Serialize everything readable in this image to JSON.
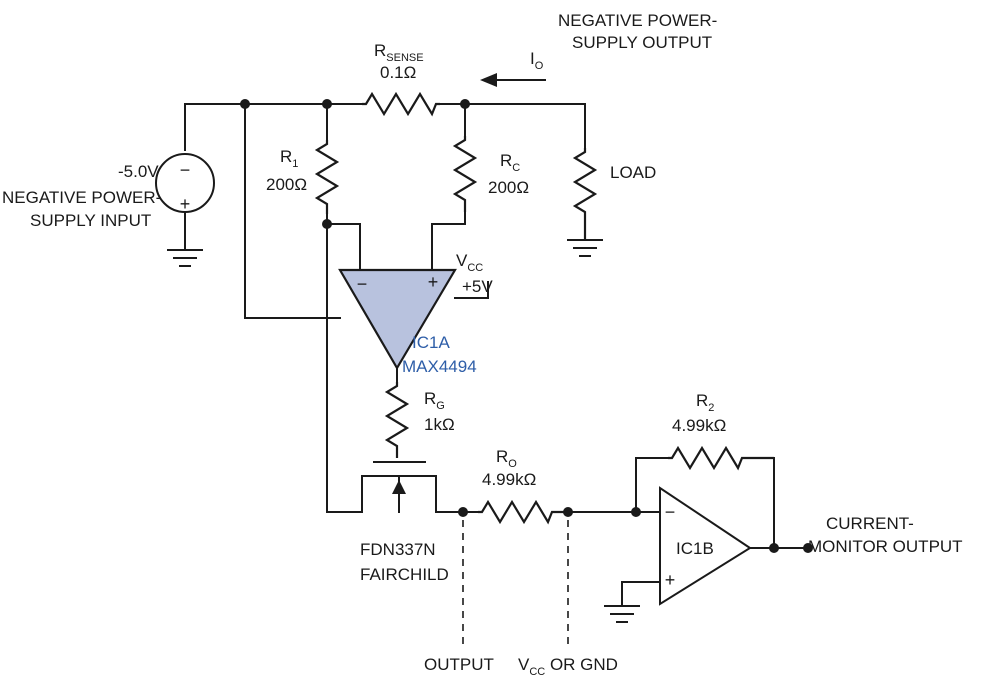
{
  "colors": {
    "opamp_fill": "#b8c2de",
    "ic_label": "#2e5ea8",
    "ink": "#1a1a1a"
  },
  "labels": {
    "neg_supply_output_1": "NEGATIVE POWER-",
    "neg_supply_output_2": "SUPPLY OUTPUT",
    "io_main": "I",
    "io_sub": "O",
    "rsense_main": "R",
    "rsense_sub": "SENSE",
    "rsense_value": "0.1Ω",
    "load": "LOAD",
    "neg_supply_input_v": "-5.0V",
    "neg_supply_input_1": "NEGATIVE POWER-",
    "neg_supply_input_2": "SUPPLY INPUT",
    "r1_main": "R",
    "r1_sub": "1",
    "r1_value": "200Ω",
    "rc_main": "R",
    "rc_sub": "C",
    "rc_value": "200Ω",
    "vcc_main": "V",
    "vcc_sub": "CC",
    "vcc_value": "+5V",
    "ic1a": "IC1A",
    "ic1a_part": "MAX4494",
    "rg_main": "R",
    "rg_sub": "G",
    "rg_value": "1kΩ",
    "mosfet_part": "FDN337N",
    "mosfet_maker": "FAIRCHILD",
    "ro_main": "R",
    "ro_sub": "O",
    "ro_value": "4.99kΩ",
    "r2_main": "R",
    "r2_sub": "2",
    "r2_value": "4.99kΩ",
    "ic1b": "IC1B",
    "current_monitor_1": "CURRENT-",
    "current_monitor_2": "MONITOR OUTPUT",
    "output": "OUTPUT",
    "vcc_gnd_main": "V",
    "vcc_gnd_sub": "CC",
    "vcc_gnd_rest": " OR GND",
    "minus": "−",
    "plus": "+",
    "source_minus": "−",
    "source_plus": "+"
  }
}
